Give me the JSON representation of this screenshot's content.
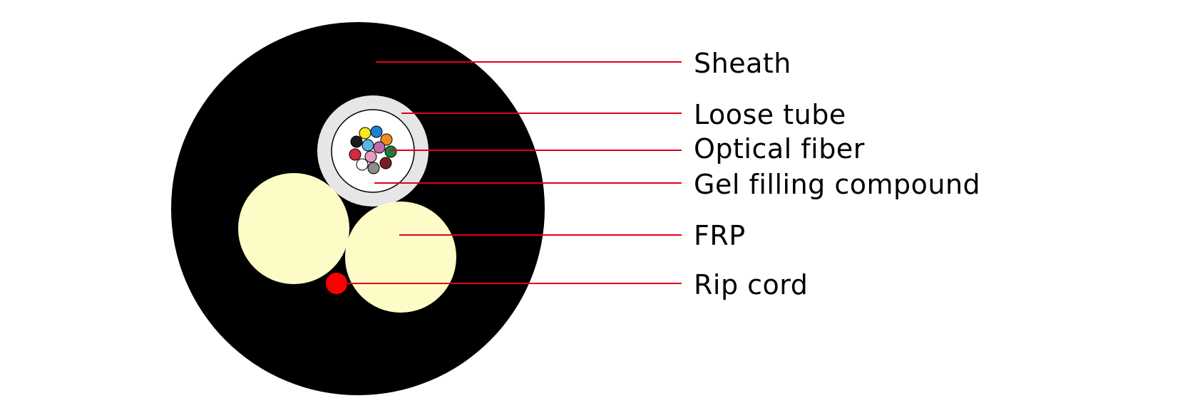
{
  "labels": {
    "sheath": "Sheath",
    "loose_tube": "Loose tube",
    "optical_fiber": "Optical fiber",
    "gel": "Gel filling compound",
    "frp": "FRP",
    "rip_cord": "Rip cord"
  },
  "colors": {
    "sheath": "#000000",
    "loose_tube": "#e6e6e6",
    "gel": "#ffffff",
    "frp": "#fdfcc6",
    "rip_cord": "#ff0000",
    "leader_line": "#e0001a",
    "fibers": [
      "#1a1a1a",
      "#f6e81b",
      "#1a7fd6",
      "#f28b1e",
      "#5ab4e6",
      "#c06bb0",
      "#15803d",
      "#d7263d",
      "#e79bc0",
      "#7a1f1f",
      "#ffffff",
      "#8c8c8c"
    ]
  }
}
